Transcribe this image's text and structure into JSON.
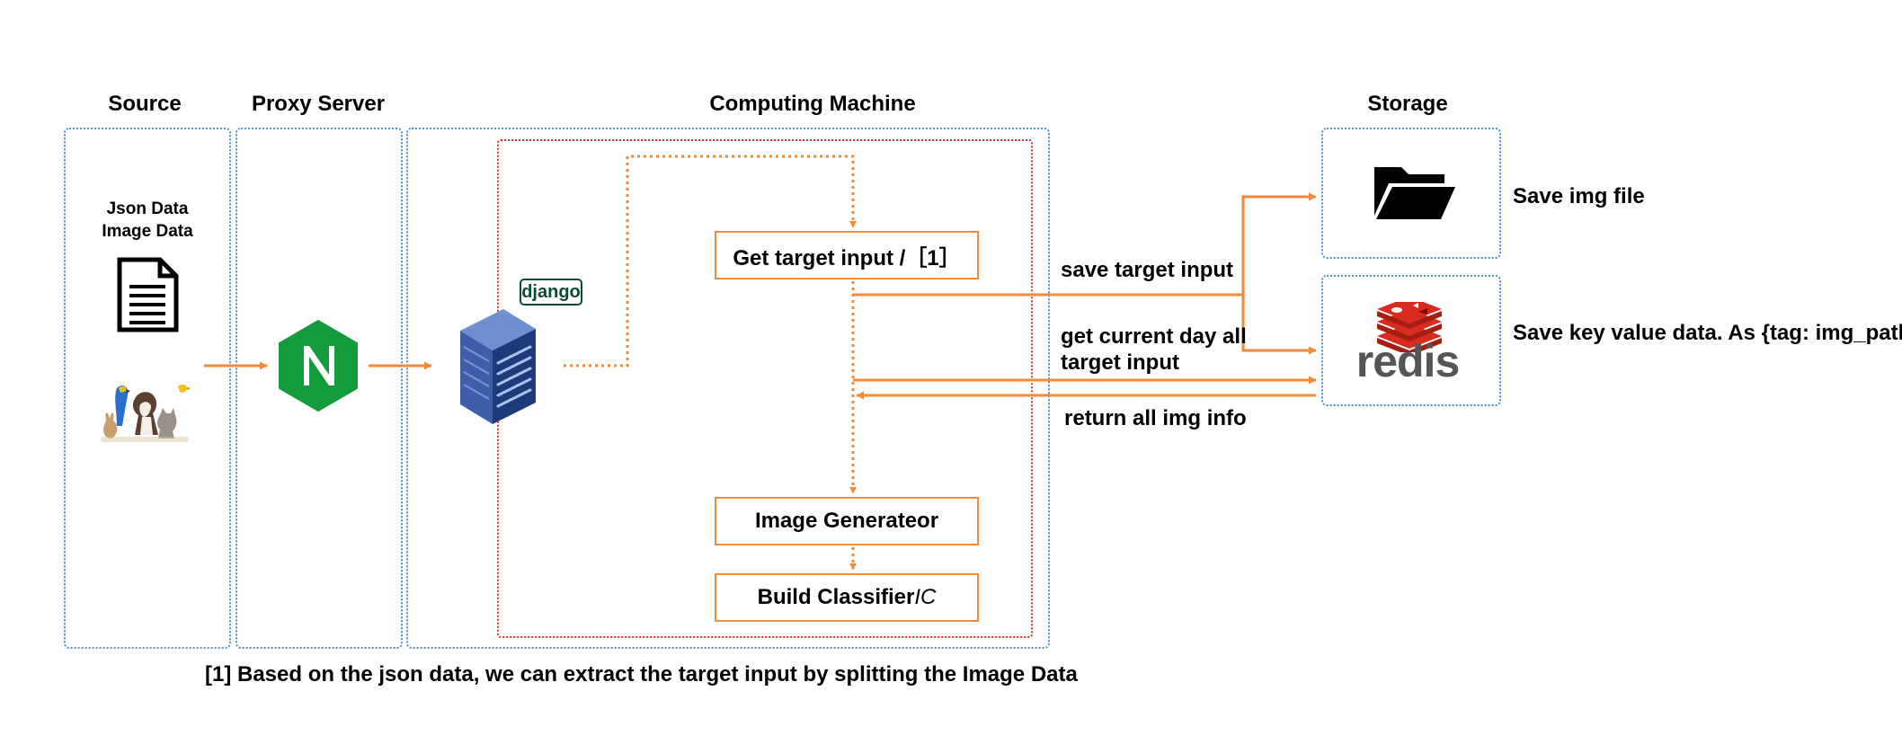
{
  "columns": {
    "source": "Source",
    "proxy": "Proxy Server",
    "computing": "Computing Machine",
    "storage": "Storage"
  },
  "source": {
    "json_label": "Json Data",
    "image_label": "Image Data",
    "doc_icon": "document-icon",
    "animals_icon": "animals-image"
  },
  "proxy": {
    "icon": "nginx-icon",
    "letter": "N"
  },
  "computing": {
    "server_icon": "server-icon",
    "django_badge": "django",
    "boxes": {
      "get_target": "Get target input /［1］",
      "image_gen": "Image Generateor",
      "build_classifier_text": "Build Classifier ",
      "build_classifier_italic": "IC"
    }
  },
  "flows": {
    "save_target": "save target input",
    "get_current_line1": "get current day all",
    "get_current_line2": "target input",
    "return_all": "return all img info"
  },
  "storage": {
    "folder_icon": "folder-icon",
    "redis_logo_text": "redis",
    "save_img": "Save img file",
    "save_kv": "Save key value data. As {tag: img_path}"
  },
  "footnote": "[1] Based on the json data, we can extract the target input by splitting the Image Data",
  "colors": {
    "arrow": "#f08a3c",
    "panel_border": "#4a8fd0",
    "compute_border": "#e03030",
    "nginx": "#139b3c",
    "django": "#0c4b33",
    "redis_red": "#d82c20",
    "server_blue": "#2c4a86"
  }
}
